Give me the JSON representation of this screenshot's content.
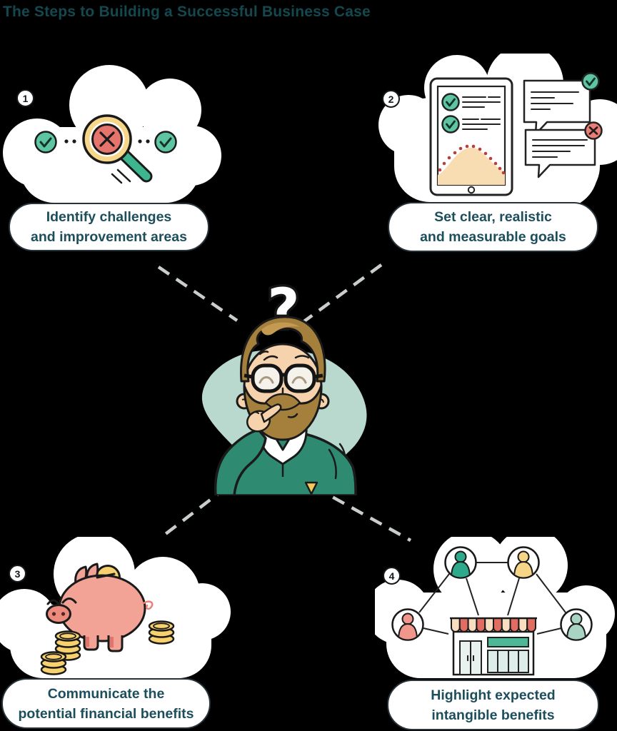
{
  "title": "The Steps to Building a Successful Business Case",
  "center": {
    "figure": "thinking-man",
    "question_mark": "?"
  },
  "steps": [
    {
      "number": "1",
      "label": [
        "Identify challenges",
        "and improvement areas"
      ],
      "icon": "magnifying-glass-check-icon"
    },
    {
      "number": "2",
      "label": [
        "Set clear, realistic",
        "and measurable goals"
      ],
      "icon": "tablet-checklist-chat-icon"
    },
    {
      "number": "3",
      "label": [
        "Communicate the",
        "potential financial benefits"
      ],
      "icon": "piggy-bank-coins-icon"
    },
    {
      "number": "4",
      "label": [
        "Highlight expected",
        "intangible benefits"
      ],
      "icon": "storefront-people-network-icon"
    }
  ],
  "colors": {
    "background": "#000000",
    "cloud": "#ffffff",
    "title_text": "#14484f",
    "label_text": "#1d4e5c",
    "accent_green": "#5ec5a1",
    "accent_red": "#e4746c",
    "accent_yellow": "#f6d688",
    "coin_yellow": "#f7d16e",
    "pig_pink": "#f2a396",
    "blob_teal": "#b9d9ce",
    "shirt_green": "#2e8b72",
    "dashed_line": "#c9cdcc"
  }
}
